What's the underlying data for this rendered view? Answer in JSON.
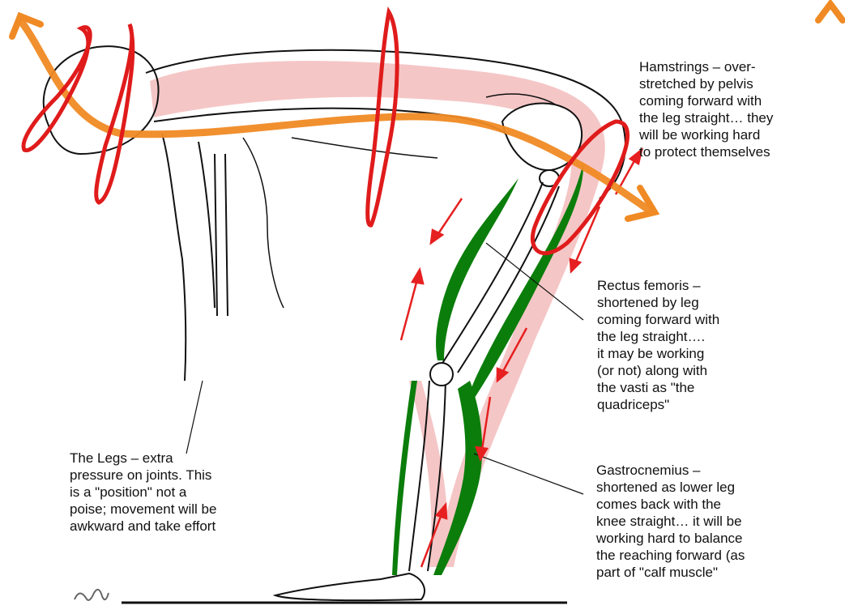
{
  "annotations": {
    "hamstrings": "Hamstrings – over-\nstretched by pelvis\ncoming forward with\nthe leg straight… they\nwill be working hard\nto protect themselves",
    "rectus_femoris": "Rectus femoris –\nshortened by leg\ncoming forward with\nthe leg straight….\nit may be working\n(or not) along with\nthe vasti as \"the\nquadriceps\"",
    "gastrocnemius": "Gastrocnemius –\nshortened as lower leg\ncomes back with the\nknee straight… it will be\nworking hard to balance\nthe reaching forward (as\npart of \"calf muscle\"",
    "legs": "The Legs – extra\npressure on joints. This\nis a \"position\" not a\npoise; movement will be\nawkward and take effort"
  },
  "colors": {
    "line_art": "#111111",
    "stretched_muscle": "#f5c6c6",
    "shortened_muscle": "#0b7d0b",
    "arrow": "#e62020",
    "marker_red": "#e01b1b",
    "marker_orange": "#f08a24"
  }
}
